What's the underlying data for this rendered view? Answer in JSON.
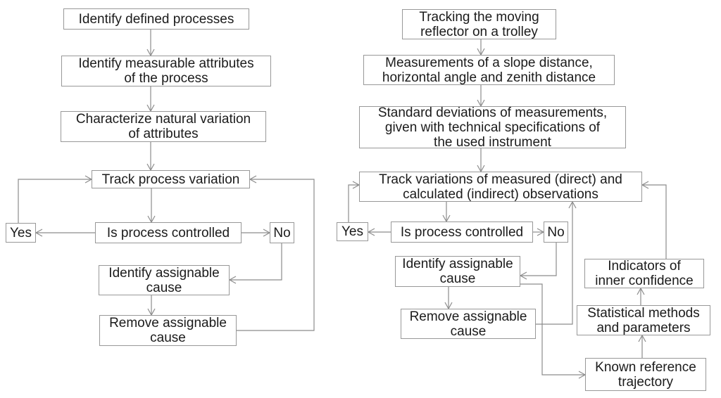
{
  "diagram": {
    "type": "flowchart",
    "colors": {
      "background": "#ffffff",
      "box_fill": "#ffffff",
      "box_border": "#989898",
      "connector": "#8c8c8c",
      "text": "#1b1b1b"
    },
    "left": {
      "nodes": [
        {
          "id": "identify-defined-processes",
          "label": "Identify defined processes"
        },
        {
          "id": "identify-measurable-attributes",
          "label": "Identify measurable attributes\nof the process"
        },
        {
          "id": "characterize-natural-variation",
          "label": "Characterize natural variation\nof attributes"
        },
        {
          "id": "track-process-variation",
          "label": "Track process variation"
        },
        {
          "id": "yes",
          "label": "Yes"
        },
        {
          "id": "is-process-controlled",
          "label": "Is process controlled"
        },
        {
          "id": "no",
          "label": "No"
        },
        {
          "id": "identify-assignable-cause",
          "label": "Identify assignable\ncause"
        },
        {
          "id": "remove-assignable-cause",
          "label": "Remove assignable\ncause"
        }
      ],
      "edges": [
        {
          "from": "identify-defined-processes",
          "to": "identify-measurable-attributes"
        },
        {
          "from": "identify-measurable-attributes",
          "to": "characterize-natural-variation"
        },
        {
          "from": "characterize-natural-variation",
          "to": "track-process-variation"
        },
        {
          "from": "track-process-variation",
          "to": "is-process-controlled"
        },
        {
          "from": "is-process-controlled",
          "to": "yes"
        },
        {
          "from": "is-process-controlled",
          "to": "no"
        },
        {
          "from": "no",
          "to": "identify-assignable-cause"
        },
        {
          "from": "identify-assignable-cause",
          "to": "remove-assignable-cause"
        },
        {
          "from": "remove-assignable-cause",
          "to": "track-process-variation"
        },
        {
          "from": "yes",
          "to": "track-process-variation"
        }
      ]
    },
    "right": {
      "nodes": [
        {
          "id": "tracking-moving-reflector",
          "label": "Tracking the moving\nreflector on a trolley"
        },
        {
          "id": "measurements-slope-distance",
          "label": "Measurements of a slope distance,\nhorizontal angle and zenith distance"
        },
        {
          "id": "standard-deviations",
          "label": "Standard deviations of measurements,\ngiven with technical specifications of\nthe used instrument"
        },
        {
          "id": "track-variations",
          "label": "Track variations of measured (direct) and\ncalculated (indirect) observations"
        },
        {
          "id": "yes",
          "label": "Yes"
        },
        {
          "id": "is-process-controlled",
          "label": "Is process controlled"
        },
        {
          "id": "no",
          "label": "No"
        },
        {
          "id": "identify-assignable-cause",
          "label": "Identify assignable\ncause"
        },
        {
          "id": "remove-assignable-cause",
          "label": "Remove assignable\ncause"
        },
        {
          "id": "indicators-inner-confidence",
          "label": "Indicators of\ninner confidence"
        },
        {
          "id": "statistical-methods",
          "label": "Statistical methods\nand parameters"
        },
        {
          "id": "known-reference-trajectory",
          "label": "Known reference\ntrajectory"
        }
      ],
      "edges": [
        {
          "from": "tracking-moving-reflector",
          "to": "measurements-slope-distance"
        },
        {
          "from": "measurements-slope-distance",
          "to": "standard-deviations"
        },
        {
          "from": "standard-deviations",
          "to": "track-variations"
        },
        {
          "from": "track-variations",
          "to": "is-process-controlled"
        },
        {
          "from": "is-process-controlled",
          "to": "yes"
        },
        {
          "from": "is-process-controlled",
          "to": "no"
        },
        {
          "from": "no",
          "to": "identify-assignable-cause"
        },
        {
          "from": "identify-assignable-cause",
          "to": "remove-assignable-cause"
        },
        {
          "from": "remove-assignable-cause",
          "to": "track-variations"
        },
        {
          "from": "yes",
          "to": "track-variations"
        },
        {
          "from": "identify-assignable-cause",
          "to": "known-reference-trajectory"
        },
        {
          "from": "known-reference-trajectory",
          "to": "statistical-methods"
        },
        {
          "from": "statistical-methods",
          "to": "indicators-inner-confidence"
        },
        {
          "from": "indicators-inner-confidence",
          "to": "track-variations"
        }
      ]
    }
  }
}
